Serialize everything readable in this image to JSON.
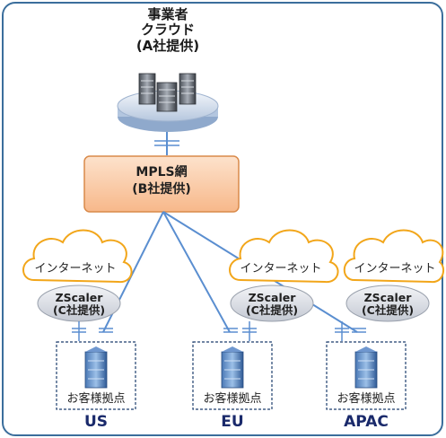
{
  "cloud_provider": {
    "line1": "事業者",
    "line2": "クラウド",
    "line3": "(A社提供)"
  },
  "mpls": {
    "line1": "MPLS網",
    "line2": "(B社提供)"
  },
  "internet_label": "インターネット",
  "zscaler": {
    "line1": "ZScaler",
    "line2": "(C社提供)"
  },
  "site_label": "お客様拠点",
  "regions": [
    "US",
    "EU",
    "APAC"
  ],
  "colors": {
    "frame": "#3b6e9c",
    "mpls_fill": "#fbc9a3",
    "mpls_border": "#d98a4a",
    "cloud_outline": "#f2a61a",
    "link_line": "#5a8ed0",
    "zscaler_fill": "#dcdfe5",
    "region_text": "#1a2a6b"
  }
}
